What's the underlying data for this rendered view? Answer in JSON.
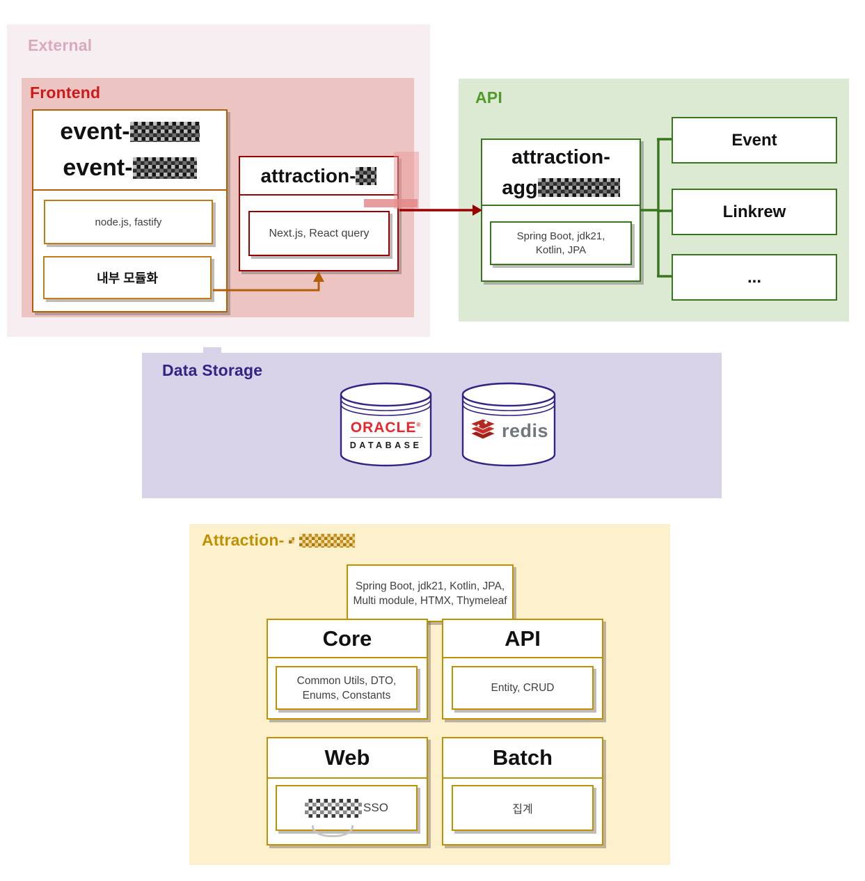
{
  "external": {
    "label": "External"
  },
  "frontend": {
    "label": "Frontend",
    "event_module": {
      "title_line1": "event-",
      "title_line2": "event-",
      "title_redacted": true,
      "tech": "node.js, fastify",
      "note": "내부 모듈화"
    },
    "attraction_module": {
      "title": "attraction-",
      "title_redacted": true,
      "tech": "Next.js, React query"
    }
  },
  "api_region": {
    "label": "API",
    "agg_module": {
      "title_line1": "attraction-",
      "title_line2": "agg",
      "title_redacted": true,
      "tech_line1": "Spring Boot, jdk21,",
      "tech_line2": "Kotlin, JPA"
    },
    "endpoints": [
      {
        "label": "Event"
      },
      {
        "label": "Linkrew"
      },
      {
        "label": "..."
      }
    ]
  },
  "data_storage": {
    "label": "Data Storage",
    "oracle": {
      "name": "ORACLE",
      "reg": "®",
      "sub": "DATABASE"
    },
    "redis": {
      "name": "redis"
    }
  },
  "attraction_system": {
    "label": "Attraction-",
    "label_redacted": true,
    "tech_line1": "Spring Boot, jdk21, Kotlin, JPA,",
    "tech_line2": "Multi module, HTMX, Thymeleaf",
    "modules": [
      {
        "title": "Core",
        "detail": "Common Utils, DTO, Enums, Constants"
      },
      {
        "title": "API",
        "detail": "Entity, CRUD"
      },
      {
        "title": "Web",
        "detail": "SSO",
        "detail_redacted_prefix": true
      },
      {
        "title": "Batch",
        "detail": "집계"
      }
    ]
  },
  "colors": {
    "external_bg": "#f7eef1",
    "external_label": "#d9a9bf",
    "frontend_bg": "#ecc5c3",
    "frontend_label": "#cc1a1a",
    "orange_border": "#b45f06",
    "gold_border": "#c07c17",
    "dark_red": "#990000",
    "api_bg": "#dcead3",
    "api_green": "#38761d",
    "api_label": "#4f9a28",
    "storage_bg": "#d9d3ea",
    "storage_ink": "#352384",
    "attraction_bg": "#fdf1cd",
    "attraction_gold": "#bf9000",
    "oracle_red": "#e8262d",
    "redis_red": "#c6302b",
    "redis_gray": "#71777b"
  }
}
